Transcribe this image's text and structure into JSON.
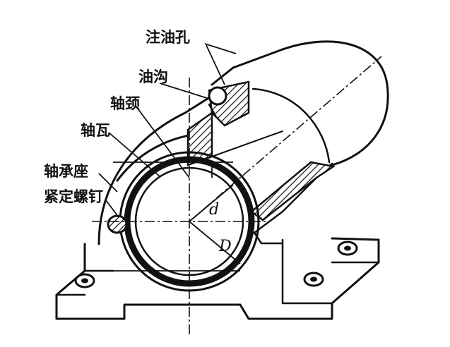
{
  "labels": {
    "oil_hole": "注油孔",
    "oil_groove": "油沟",
    "journal": "轴颈",
    "bearing_shell": "轴瓦",
    "bearing_seat": "轴承座",
    "set_screw": "紧定螺钉"
  },
  "dimensions": {
    "inner_diameter": "d",
    "outer_diameter": "D"
  },
  "colors": {
    "ink": "#111111",
    "background": "#ffffff"
  }
}
